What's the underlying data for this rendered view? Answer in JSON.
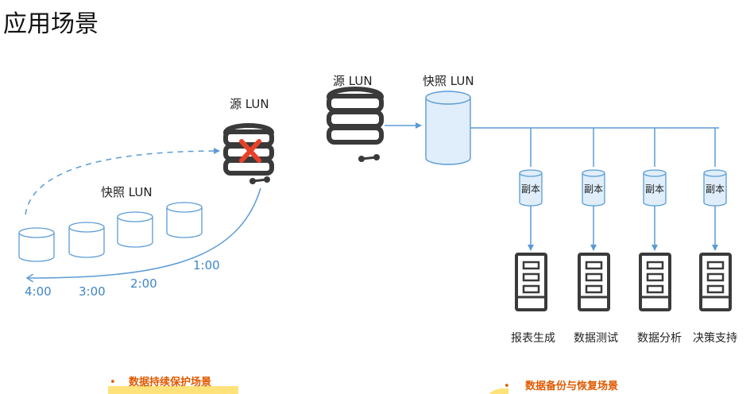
{
  "title": "应用场景",
  "left_scene": {
    "source_label": "源 LUN",
    "snapshot_label": "快照 LUN",
    "times": [
      "1:00",
      "2:00",
      "3:00",
      "4:00"
    ]
  },
  "right_scene": {
    "source_label": "源 LUN",
    "snapshot_label": "快照 LUN",
    "copy_label": "副本",
    "apps": [
      "报表生成",
      "数据测试",
      "数据分析",
      "决策支持"
    ]
  },
  "footer": {
    "bullet": "•",
    "left": "数据持续保护场景",
    "right": "数据备份与恢复场景"
  },
  "colors": {
    "line_blue": "#5b9bd5",
    "cylinder_fill": "#dfeefa",
    "server_dark": "#3a3a3a",
    "error_red": "#e8412a",
    "footer_orange": "#e05a00",
    "highlight_yellow": "#ffe27a"
  }
}
